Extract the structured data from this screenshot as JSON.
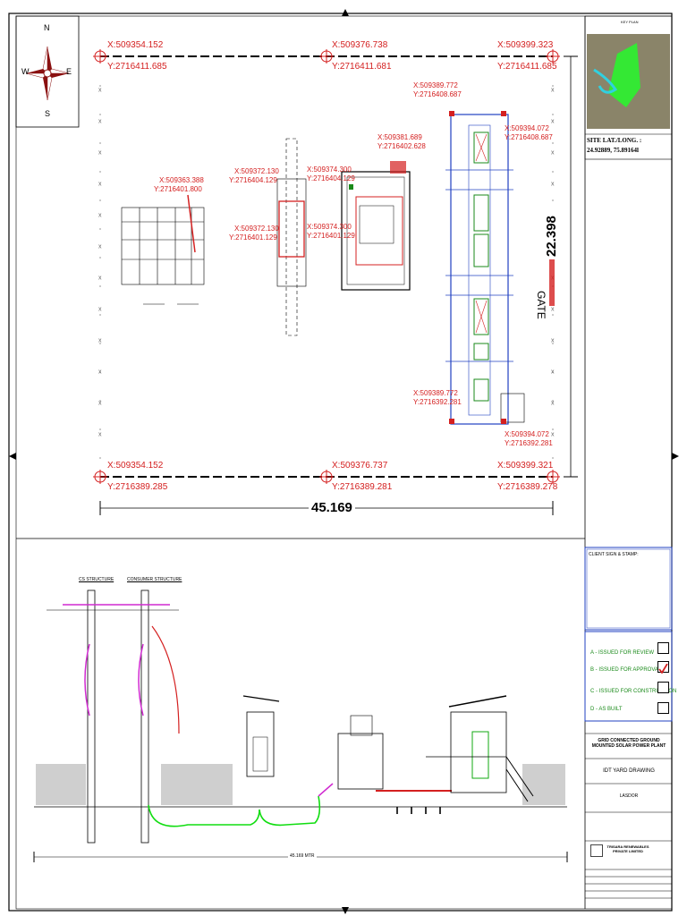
{
  "compass": {
    "n": "N",
    "s": "S",
    "e": "E",
    "w": "W"
  },
  "coords": [
    {
      "id": "c1",
      "x": "X:509354.152",
      "y": "Y:2716411.685"
    },
    {
      "id": "c2",
      "x": "X:509376.738",
      "y": "Y:2716411.681"
    },
    {
      "id": "c3",
      "x": "X:509399.323",
      "y": "Y:2716411.685"
    },
    {
      "id": "c4",
      "x": "X:509354.152",
      "y": "Y:2716389.285"
    },
    {
      "id": "c5",
      "x": "X:509376.737",
      "y": "Y:2716389.281"
    },
    {
      "id": "c6",
      "x": "X:509399.321",
      "y": "Y:2716389.278"
    },
    {
      "id": "c7",
      "x": "X:509363.388",
      "y": "Y:2716401.800"
    },
    {
      "id": "c8",
      "x": "X:509372.130",
      "y": "Y:2716404.129"
    },
    {
      "id": "c9",
      "x": "X:509374.300",
      "y": "Y:2716404.129"
    },
    {
      "id": "c10",
      "x": "X:509372.130",
      "y": "Y:2716401.129"
    },
    {
      "id": "c11",
      "x": "X:509374.300",
      "y": "Y:2716401.129"
    },
    {
      "id": "c12",
      "x": "X:509381.689",
      "y": "Y:2716402.628"
    },
    {
      "id": "c13",
      "x": "X:509389.772",
      "y": "Y:2716408.687"
    },
    {
      "id": "c14",
      "x": "X:509394.072",
      "y": "Y:2716408.687"
    },
    {
      "id": "c15",
      "x": "X:509389.772",
      "y": "Y:2716392.281"
    },
    {
      "id": "c16",
      "x": "X:509394.072",
      "y": "Y:2716392.281"
    }
  ],
  "dimensions": {
    "width": "45.169",
    "height": "22.398",
    "gate": "GATE",
    "elevation_width": "45.169 MTR"
  },
  "elevation_labels": {
    "cs": "CS STRUCTURE",
    "consumer": "CONSUMER STRUCTURE"
  },
  "key_plan": {
    "title": "KEY PLAN",
    "site_label": "SITE LAT./LONG. :",
    "site_value": "24.92889, 75.89164l"
  },
  "title_block": {
    "client_sign": "CLIENT SIGN & STAMP:",
    "statuses": [
      {
        "code": "A",
        "label": "A  -  ISSUED FOR REVIEW",
        "checked": false
      },
      {
        "code": "B",
        "label": "B  -  ISSUED FOR APPROVAL",
        "checked": true
      },
      {
        "code": "C",
        "label": "C  -  ISSUED FOR CONSTRUCTION",
        "checked": false
      },
      {
        "code": "D",
        "label": "D  -  AS BUILT",
        "checked": false
      }
    ],
    "project": "GRID CONNECTED GROUND MOUNTED SOLAR POWER PLANT",
    "drawing_title": "IDT YARD DRAWING",
    "location": "LASDOR",
    "company": "TRISARA RENEWABLES PRIVATE LIMITED",
    "accent_red": "#d42020",
    "accent_green": "#1a8a1a"
  }
}
